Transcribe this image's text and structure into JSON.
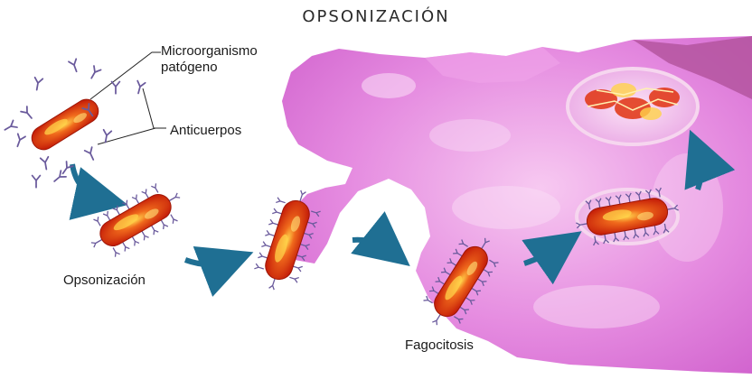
{
  "title": "OPSONIZACIÓN",
  "labels": {
    "microorganism_line1": "Microorganismo",
    "microorganism_line2": "patógeno",
    "antibodies": "Anticuerpos",
    "opsonization": "Opsonización",
    "phagocytosis": "Fagocitosis"
  },
  "colors": {
    "phagocyte": "#e58be0",
    "phagocyte_highlight": "#fbe0f7",
    "bacterium": "#e0320f",
    "bacterium_glow": "#ffd24a",
    "antibody": "#6a5a9c",
    "arrow": "#1f6f93",
    "vacuole_border": "#f6d6ef"
  },
  "icons": [
    "bacterium-icon",
    "antibody-icon",
    "process-arrow-icon",
    "phagosome-icon"
  ]
}
